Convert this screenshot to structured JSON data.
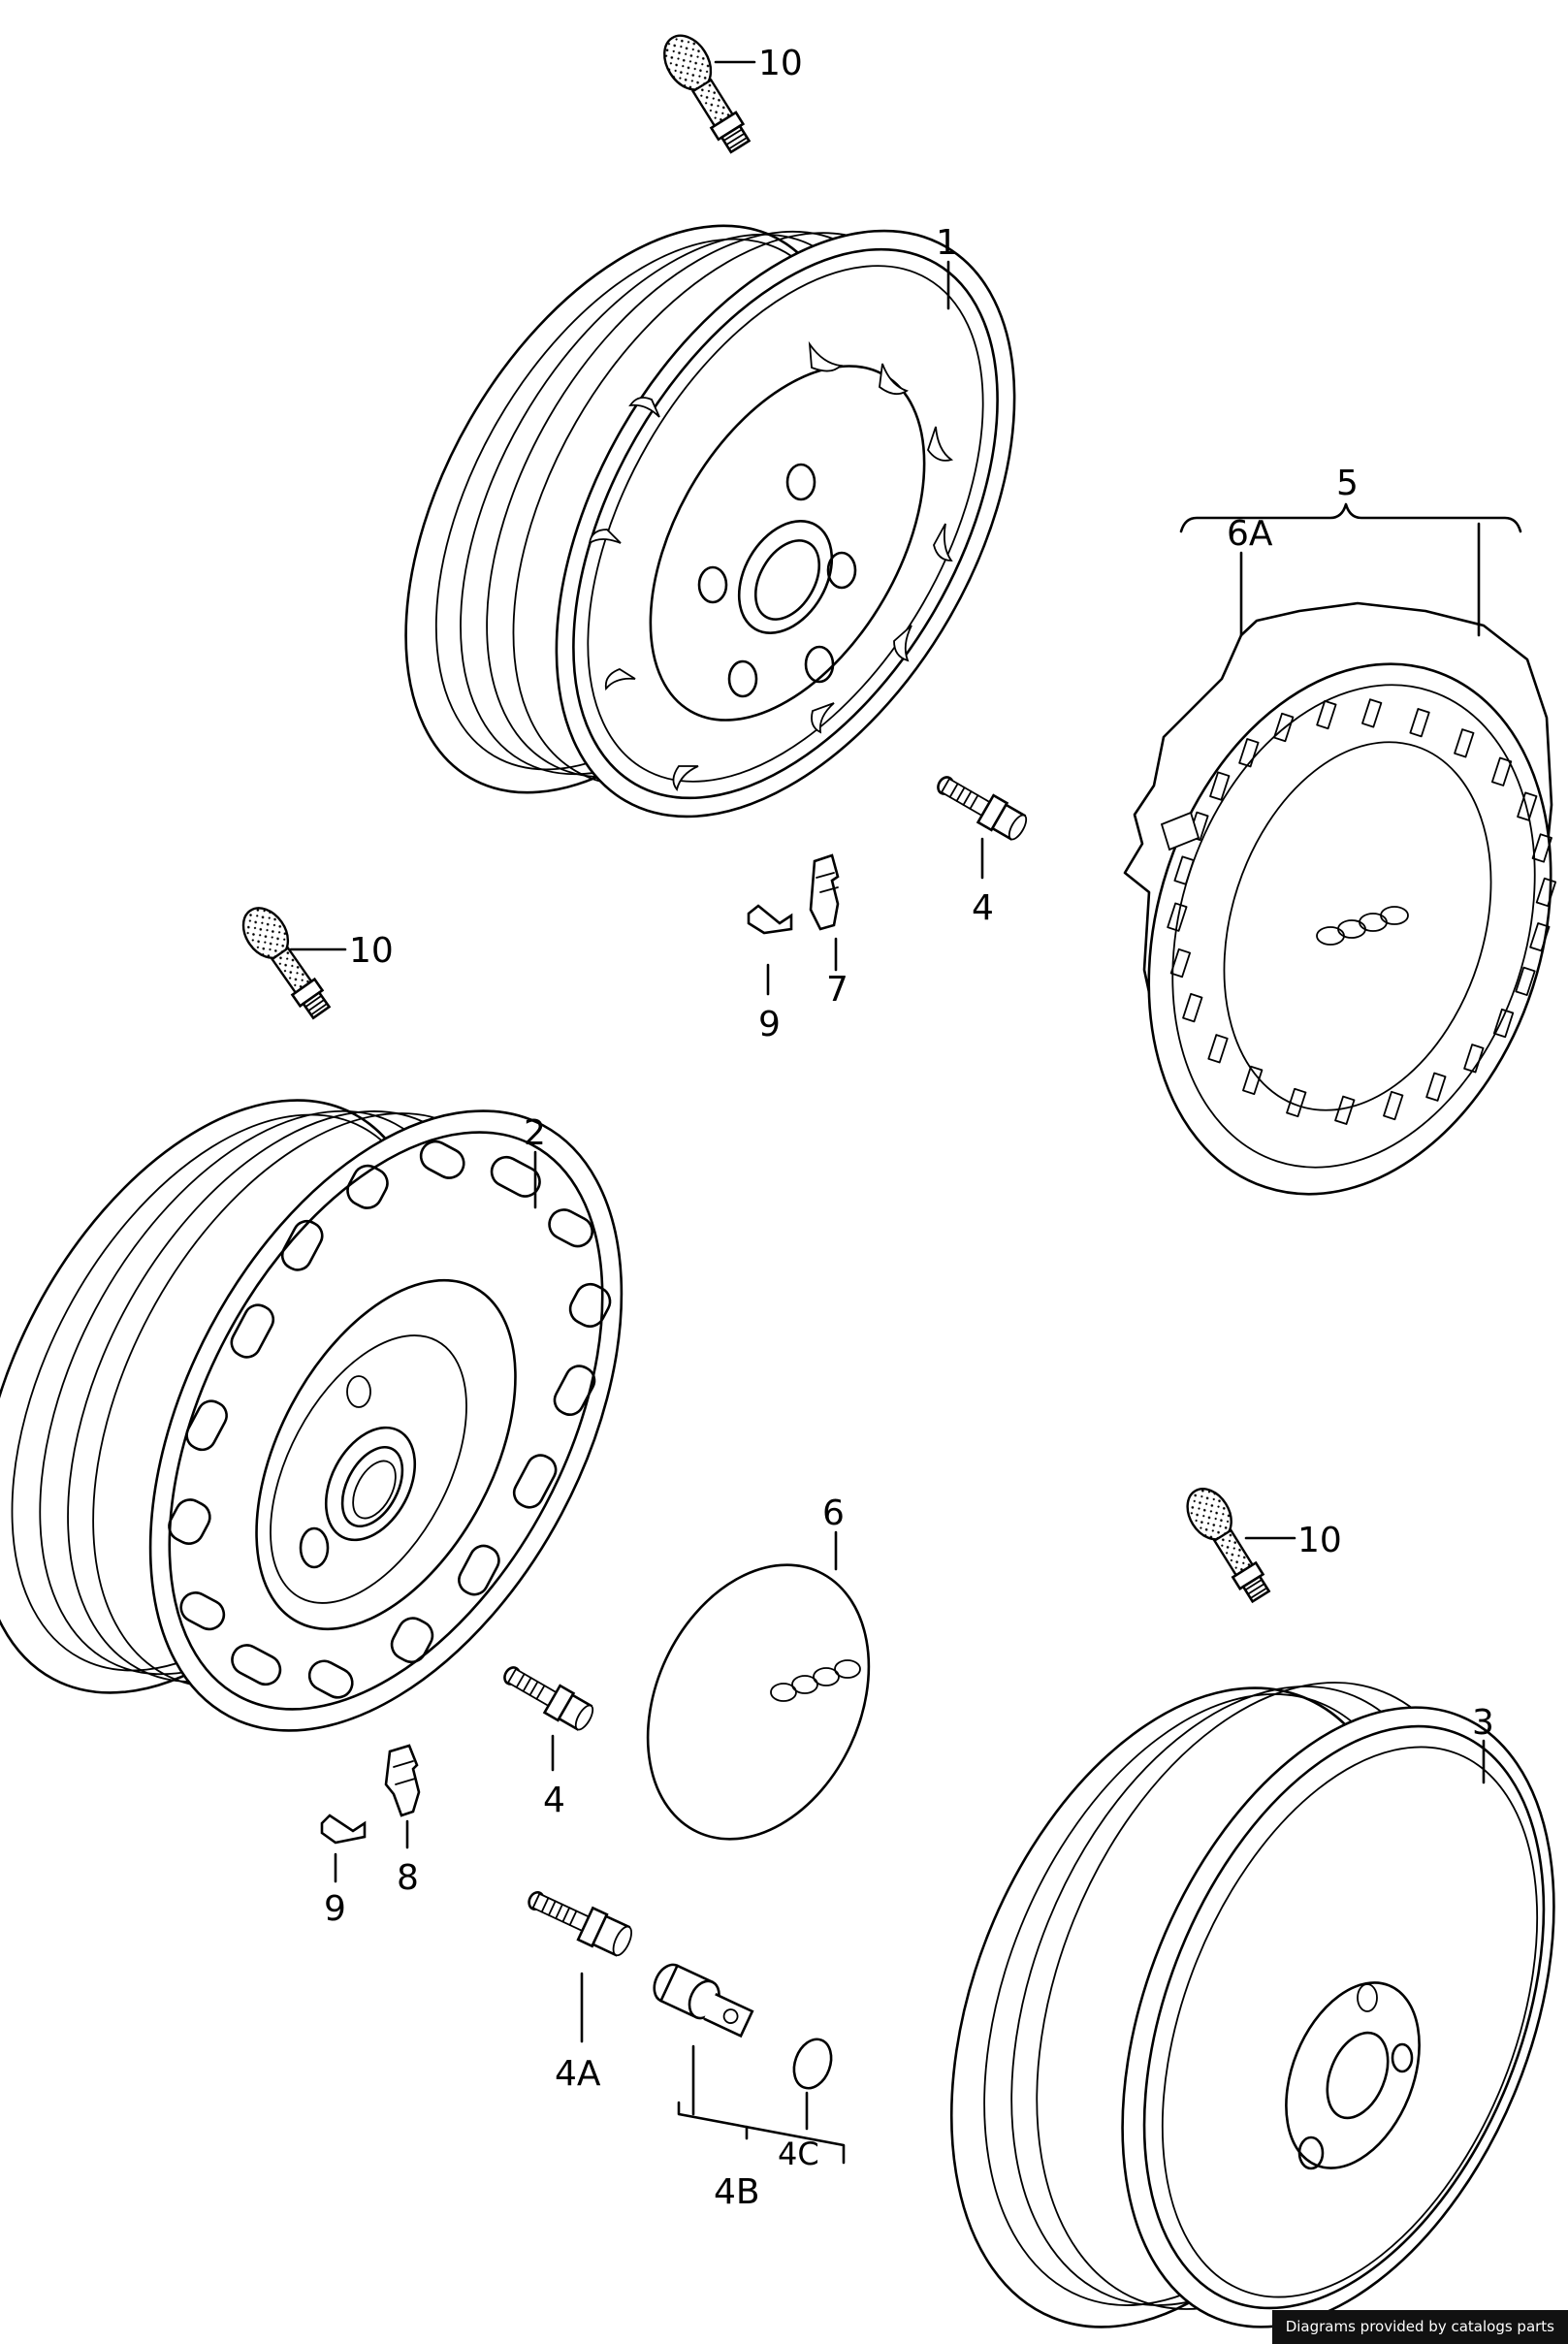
{
  "diagram": {
    "callouts": {
      "valve_top": "10",
      "valve_left": "10",
      "valve_right": "10",
      "wheel_1": "1",
      "wheel_2": "2",
      "wheel_3": "3",
      "bolt_upper": "4",
      "bolt_lower": "4",
      "bolt_4a": "4A",
      "lock_4b": "4B",
      "cap_4c": "4C",
      "hubcap_group": "5",
      "hubcap_6a": "6A",
      "center_cap_6": "6",
      "weight_7": "7",
      "weight_8": "8",
      "clip_9_upper": "9",
      "clip_9_lower": "9"
    }
  },
  "footer": {
    "credit": "Diagrams provided by catalogs parts"
  }
}
